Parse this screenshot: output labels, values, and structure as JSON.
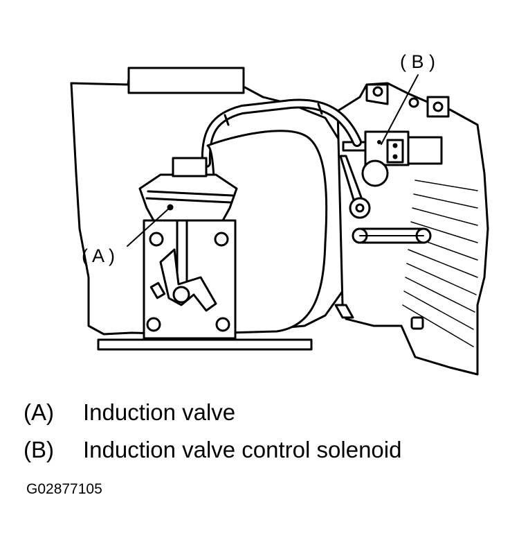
{
  "callouts": {
    "a": "( A )",
    "b": "( B )"
  },
  "legend": [
    {
      "key": "(A)",
      "text": "Induction valve"
    },
    {
      "key": "(B)",
      "text": "Induction valve control solenoid"
    }
  ],
  "figure_code": "G02877105"
}
